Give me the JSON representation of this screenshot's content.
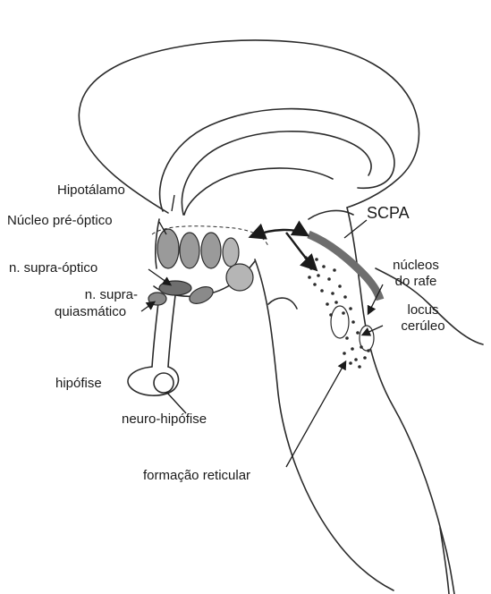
{
  "labels": {
    "hipotalamo": "Hipotálamo",
    "nucleo_pre_optico": "Núcleo pré-óptico",
    "n_supra_optico": "n. supra-óptico",
    "n_supra_quiasmatico_1": "n. supra-",
    "n_supra_quiasmatico_2": "quiasmático",
    "hipofise": "hipófise",
    "neuro_hipofise": "neuro-hipófise",
    "formacao_reticular": "formação reticular",
    "scpa": "SCPA",
    "nucleos_do_rafe_1": "núcleos",
    "nucleos_do_rafe_2": "do rafe",
    "locus_ceruleo_1": "locus",
    "locus_ceruleo_2": "cerúleo"
  },
  "colors": {
    "line": "#2b2b2b",
    "nucleus_fill": "#9a9a9a",
    "nucleus_dark": "#6e6e6e",
    "background": "#ffffff"
  }
}
